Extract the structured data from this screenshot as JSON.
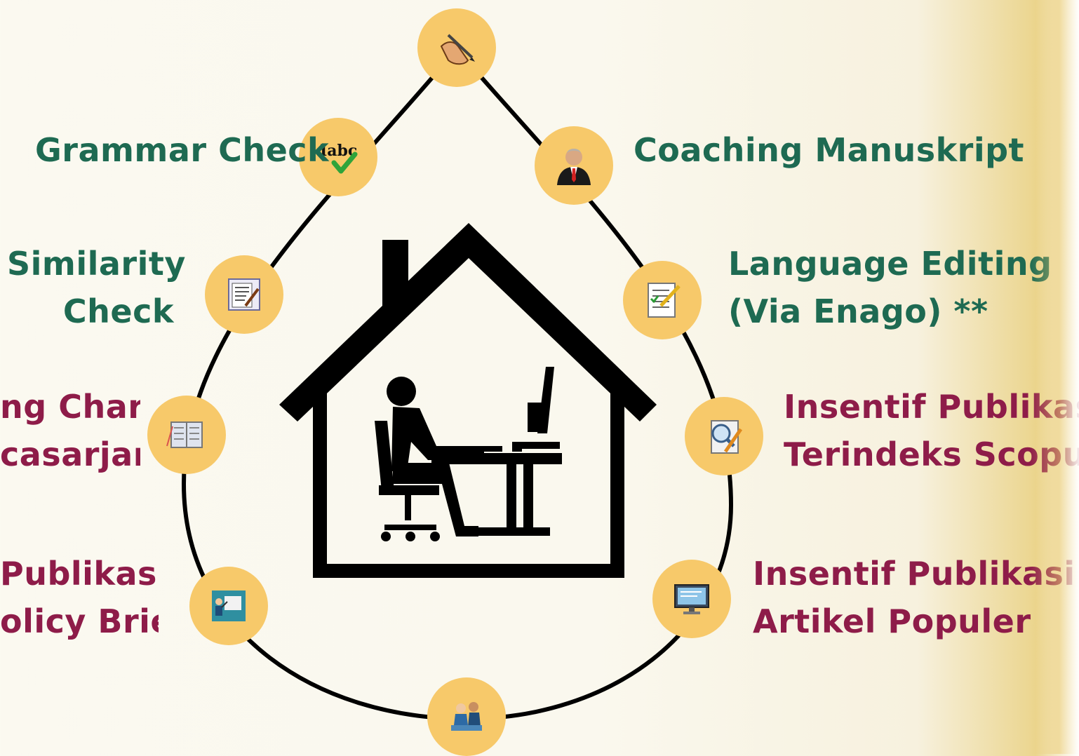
{
  "colors": {
    "background": "#faf8ee",
    "node_fill": "#f7c96a",
    "outline": "#000000",
    "green_text": "#1e6a52",
    "maroon_text": "#8e1c49"
  },
  "labels": {
    "grammar_check": [
      "Grammar Check"
    ],
    "coaching": [
      "Coaching Manuskript"
    ],
    "similarity": [
      "Similarity",
      "Check"
    ],
    "language_editing": [
      "Language Editing",
      "(Via Enago) **"
    ],
    "processing_charge": [
      "ng Charge",
      "casarjana"
    ],
    "insentif_scopus": [
      "Insentif Publikasi",
      "Terindeks Scopus"
    ],
    "policy_brief": [
      "Publikasi",
      "olicy Brief"
    ],
    "insentif_populer": [
      "Insentif Publikasi",
      "Artikel Populer"
    ]
  },
  "icons": {
    "top": "writing-hand-icon",
    "grammar": "abc-check-icon",
    "coaching": "businessman-icon",
    "similarity": "document-pen-icon",
    "language": "checklist-pen-icon",
    "processing": "ledger-icon",
    "scopus": "magnifier-document-icon",
    "policy": "presentation-icon",
    "populer": "monitor-icon",
    "bottom": "collaboration-icon",
    "center": "home-office-icon"
  },
  "grammar_icon_text": "Iabc"
}
